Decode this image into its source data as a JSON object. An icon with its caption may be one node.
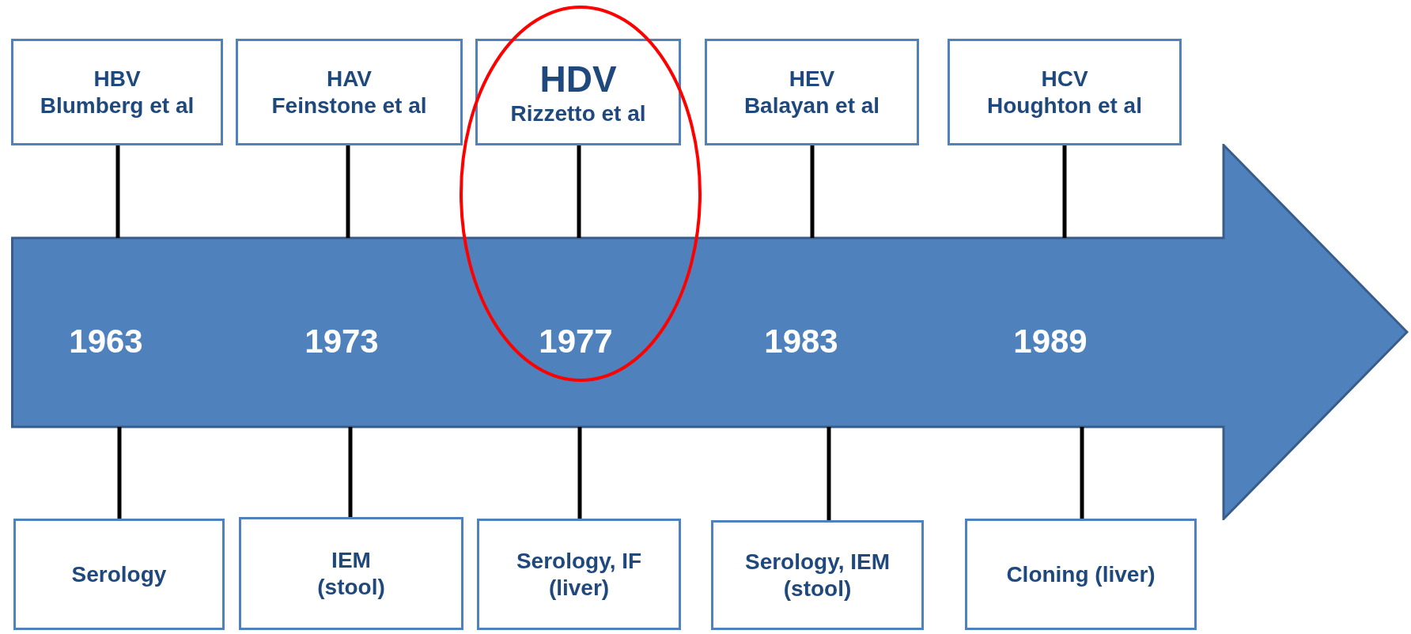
{
  "diagram": {
    "nodes": [
      {
        "text": [
          "HBV",
          "Blumberg et al"
        ]
      },
      {
        "text": [
          "HAV",
          "Feinstone et al"
        ]
      },
      {
        "text": [
          "HDV",
          "Rizzetto et al"
        ]
      },
      {
        "text": [
          "HEV",
          "Balayan et al"
        ]
      },
      {
        "text": [
          "HCV",
          "Houghton et al"
        ]
      },
      {
        "text": [
          "1963",
          "1973",
          "1977",
          "1983",
          "1989"
        ]
      },
      {
        "text": [
          "Serology"
        ]
      },
      {
        "text": [
          "IEM (stool)"
        ]
      },
      {
        "text": [
          "Serology, IF (liver)"
        ]
      },
      {
        "text": [
          "Serology, IEM (stool)"
        ]
      },
      {
        "text": [
          "Cloning (liver)"
        ]
      }
    ],
    "edges": [
      {
        "from": 0,
        "to": 5,
        "arrow": "none"
      },
      {
        "from": 1,
        "to": 5,
        "arrow": "none"
      },
      {
        "from": 2,
        "to": 5,
        "arrow": "none"
      },
      {
        "from": 3,
        "to": 5,
        "arrow": "none"
      },
      {
        "from": 4,
        "to": 5,
        "arrow": "none"
      },
      {
        "from": 5,
        "to": 6,
        "arrow": "none"
      },
      {
        "from": 5,
        "to": 7,
        "arrow": "none"
      },
      {
        "from": 5,
        "to": 8,
        "arrow": "none"
      },
      {
        "from": 5,
        "to": 9,
        "arrow": "none"
      },
      {
        "from": 5,
        "to": 10,
        "arrow": "none"
      }
    ]
  }
}
